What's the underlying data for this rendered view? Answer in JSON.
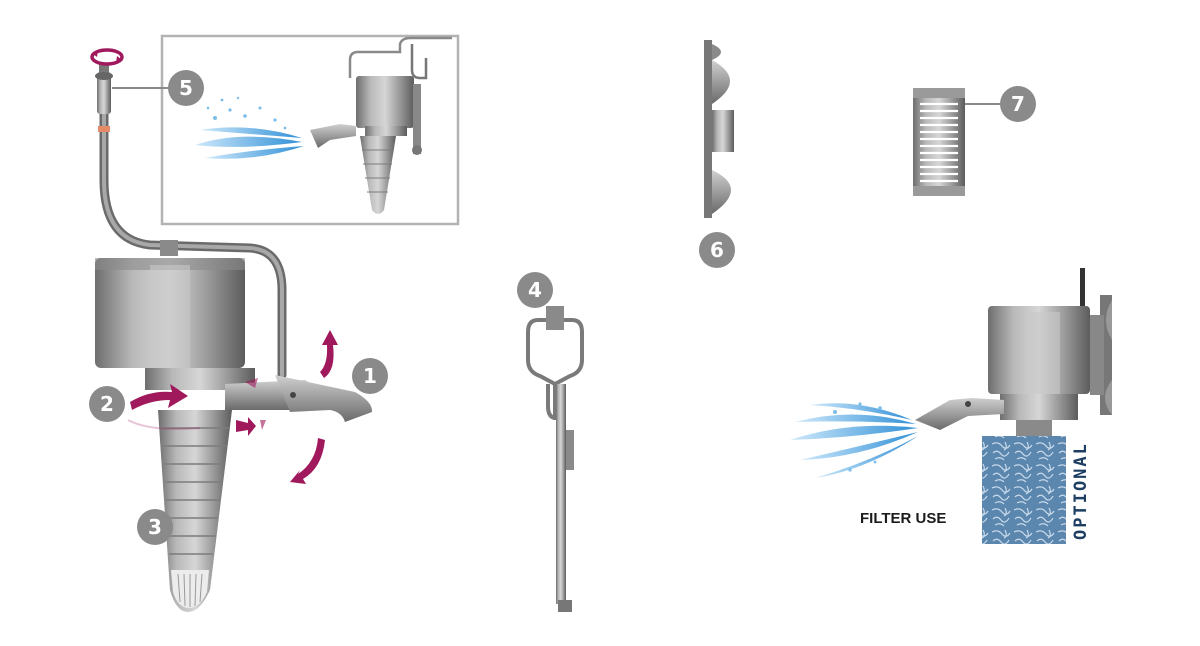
{
  "callouts": {
    "c1": "1",
    "c2": "2",
    "c3": "3",
    "c4": "4",
    "c5": "5",
    "c6": "6",
    "c7": "7"
  },
  "labels": {
    "filter_use": "FILTER USE",
    "optional": "OPTIONAL"
  },
  "colors": {
    "callout_badge": "#8a8a8a",
    "arrow_magenta": "#a0195c",
    "body_grey": "#8d8d8d",
    "water_blue": "#4fa9e0",
    "sponge_blue": "#5b86ad",
    "optional_text": "#1d3e63",
    "inset_border": "#b3b3b3"
  },
  "icons": {
    "rotate": "rotate-arrows-icon",
    "flow": "water-jet-icon"
  }
}
